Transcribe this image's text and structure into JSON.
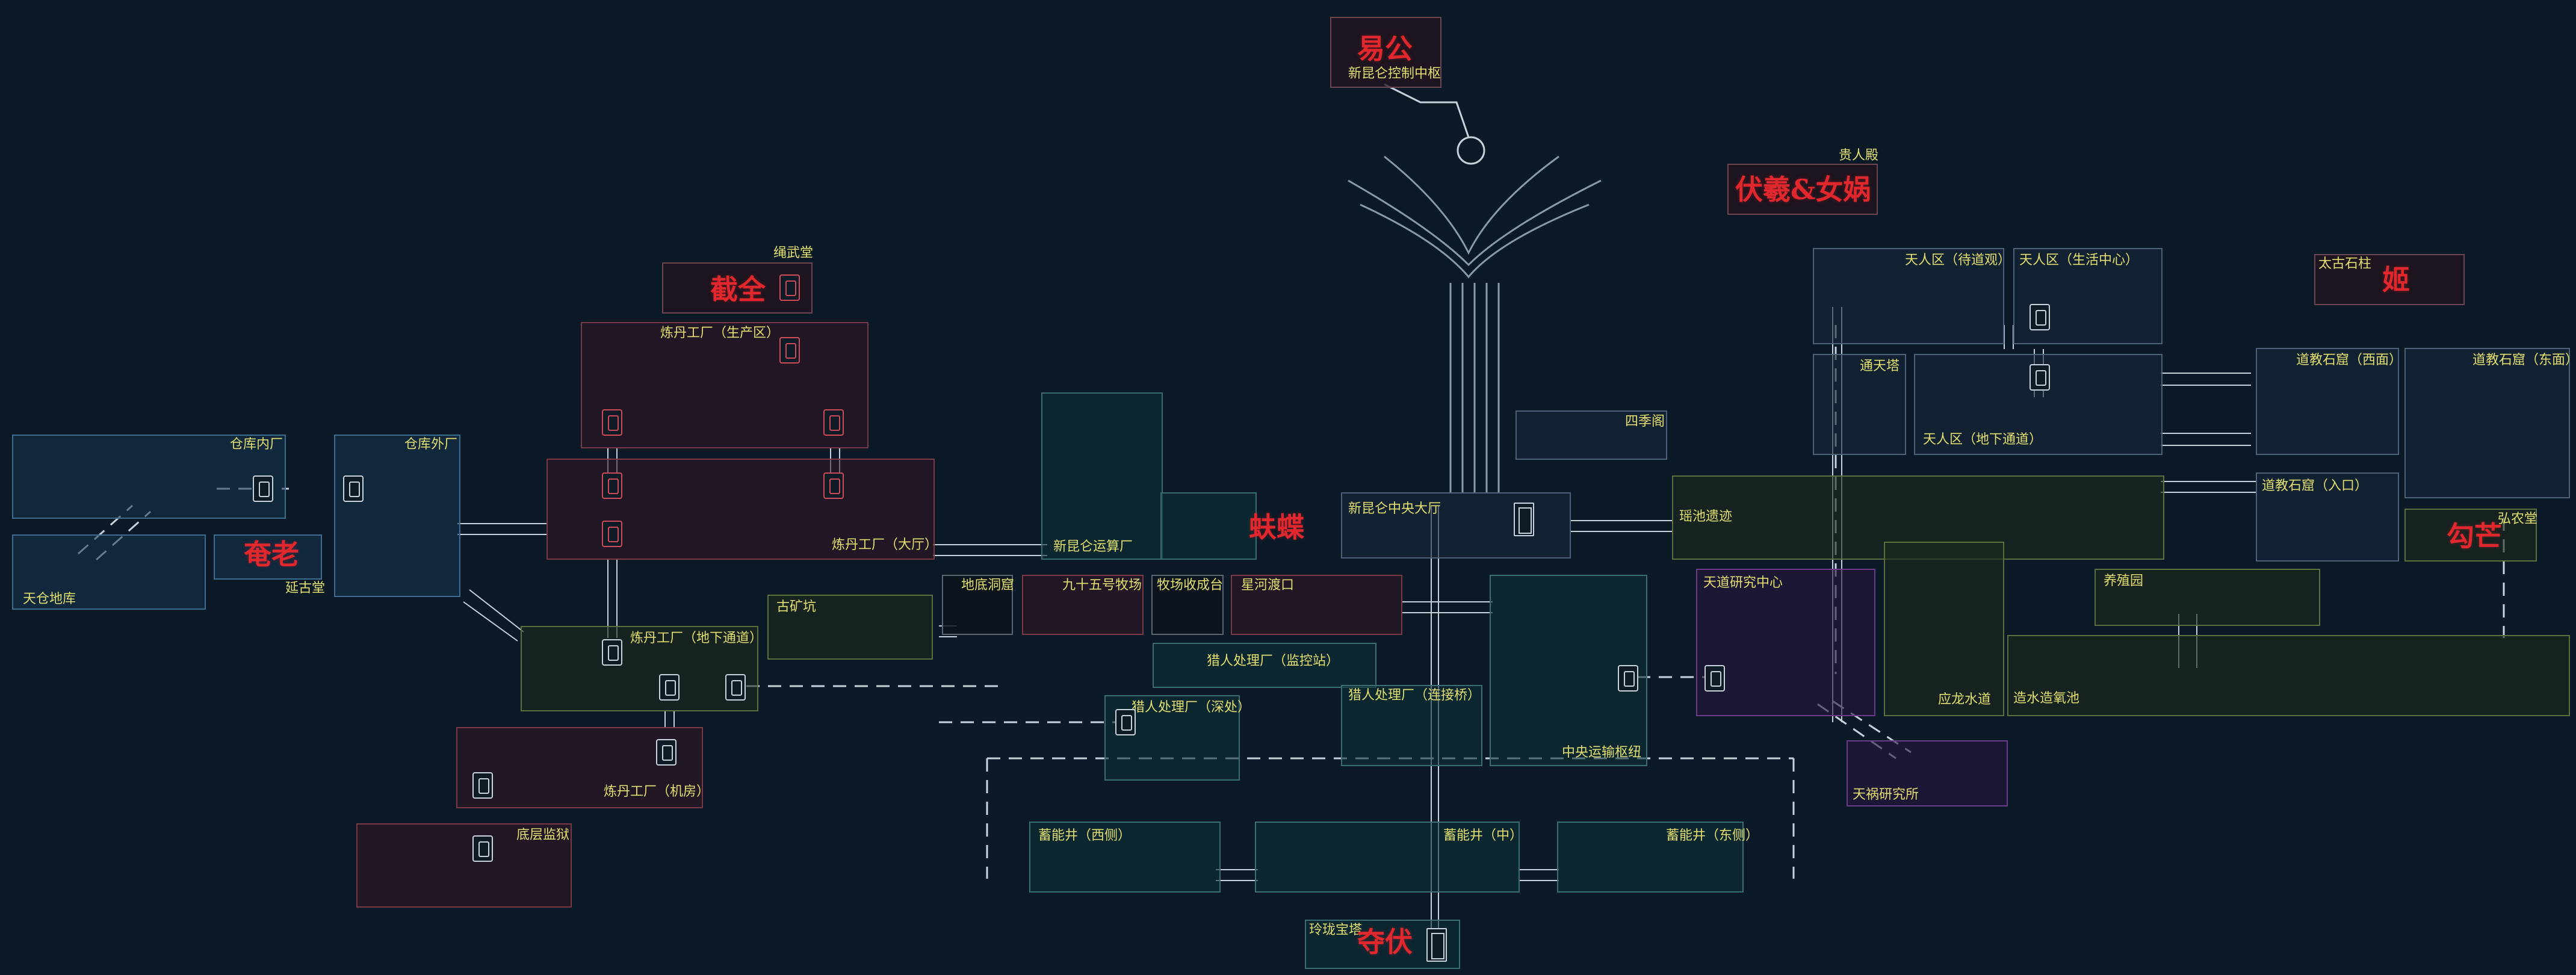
{
  "theme": {
    "background": "#0c1a28",
    "label_color": "#e3de70",
    "boss_color": "#e0282e",
    "path_color": "#c8d2da"
  },
  "bosses": {
    "yigong": "易公",
    "fuxi_nuwa": "伏羲&女娲",
    "jiequan": "截全",
    "ji": "姬",
    "shanzhang": "奄老",
    "qiaoqu": "蚨蝶",
    "goumang": "勾芒",
    "nuzhang": "夺伏"
  },
  "areas": {
    "xinkun_control": "新昆仑控制中枢",
    "guirendian": "贵人殿",
    "shengwutang": "绳武堂",
    "liandan_production": "炼丹工厂（生产区）",
    "cangku_nei": "仓库内厂",
    "cangku_wai": "仓库外厂",
    "tiancang_diyu": "天仓地库",
    "yangu_tang": "延古堂",
    "liandan_hall": "炼丹工厂（大厅）",
    "xinkun_yunsuan": "新昆仑运算厂",
    "xinkun_central": "新昆仑中央大厅",
    "siji_ge": "四季阁",
    "liandan_tunnel": "炼丹工厂（地下通道）",
    "guqiang_keng": "古矿坑",
    "didi_dongku": "地底洞窟",
    "muchang_95": "九十五号牧场",
    "muchang_shoucheng": "牧场收成台",
    "xinghe_dukou": "星河渡口",
    "lieren_jiankong": "猎人处理厂（监控站）",
    "lieren_shenchu": "猎人处理厂（深处）",
    "lieren_lianjie": "猎人处理厂（连接桥）",
    "liandan_jifang": "炼丹工厂（机房）",
    "diceng_jianyu": "底层监狱",
    "zhongyang_yunshu": "中央运输枢纽",
    "xuneng_west": "蓄能井（西侧）",
    "xuneng_mid": "蓄能井（中）",
    "xuneng_east": "蓄能井（东侧）",
    "linglong_baota": "玲珑宝塔",
    "tianren_dai": "天人区（待道观）",
    "tianren_shenghuo": "天人区（生活中心）",
    "tongtian_ta": "通天塔",
    "tianren_tunnel": "天人区（地下通道）",
    "taigu_shizhu": "太古石柱",
    "daojiao_west": "道教石窟（西面）",
    "daojiao_east": "道教石窟（东面）",
    "daojiao_entrance": "道教石窟（入口）",
    "yaochi_yiji": "瑶池遗迹",
    "hongnong_tang": "弘农堂",
    "tiandao_research": "天道研究中心",
    "yangzhi_yuan": "养殖园",
    "yinglong_shuidao": "应龙水道",
    "zaoshui_yangchi": "造水造氧池",
    "tianhuo_research": "天祸研究所"
  }
}
